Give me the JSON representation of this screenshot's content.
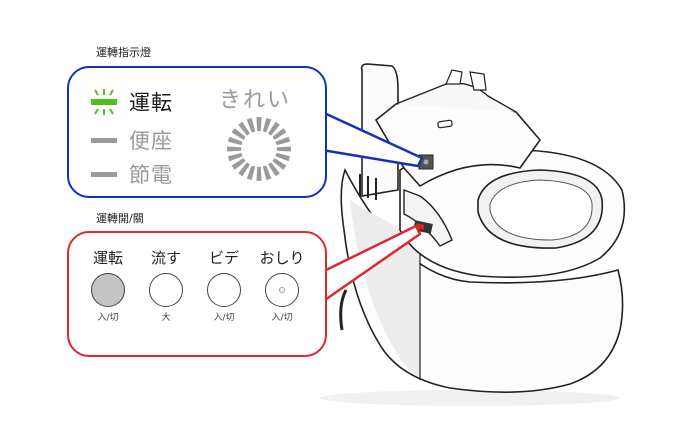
{
  "indicator_section": {
    "heading": "運轉指示燈",
    "indicators": [
      {
        "label": "運転",
        "lit": true
      },
      {
        "label": "便座",
        "lit": false
      },
      {
        "label": "節電",
        "lit": false
      }
    ],
    "kirei_label": "きれい"
  },
  "control_section": {
    "heading": "運轉開/關",
    "buttons": [
      {
        "label": "運転",
        "sub": "入/切"
      },
      {
        "label": "流す",
        "sub": "大"
      },
      {
        "label": "ビデ",
        "sub": "入/切"
      },
      {
        "label": "おしり",
        "sub": "入/切"
      }
    ]
  },
  "colors": {
    "indicator_border": "#1530b8",
    "control_border": "#e0262f",
    "lit_indicator": "#4cc21a",
    "unlit_bar": "#9a9a9a"
  }
}
